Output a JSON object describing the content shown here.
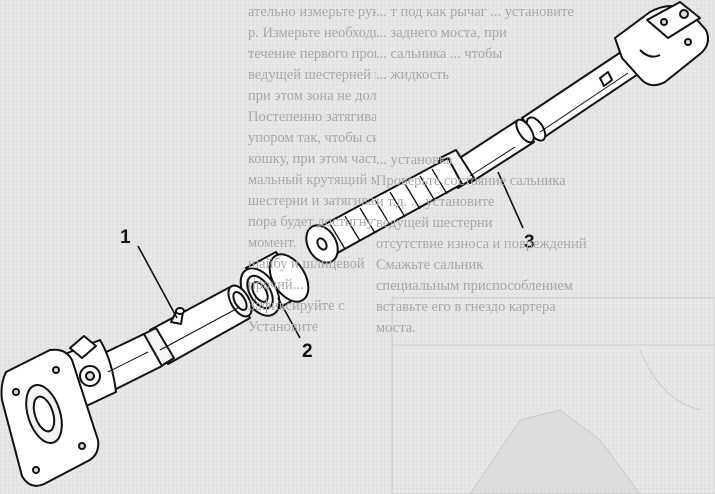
{
  "callouts": [
    {
      "label": "1"
    },
    {
      "label": "2"
    },
    {
      "label": "3"
    }
  ],
  "background_text": {
    "left_column": [
      "ательно измерьте рукой...",
      "р. Измерьте необходимо",
      "течение первого провора",
      "ведущей шестерней и рулевой",
      "при этом зона не должна",
      "Постепенно затягивайте гайку",
      "упором так, чтобы сила",
      "кошку, при этом часто",
      "мальный крутящий момент",
      "шестерни и затягивайте",
      "пора будет достигнут",
      "момент.",
      "шайбу и шлицевой",
      "прочий...",
      "Зафиксируйте с",
      "Установите"
    ],
    "right_top": [
      "... т под как рычаг ... установите",
      "... заднего моста, при",
      "... сальника ... чтобы",
      "... жидкость"
    ],
    "right_mid": [
      "... установка",
      "Проверьте состояние сальника",
      "и т.д. ... установите",
      "ведущей шестерни",
      "отсутствие износа и повреждений",
      "Смажьте сальник",
      "специальным приспособлением",
      "вставьте его в гнездо картера",
      "моста."
    ]
  }
}
